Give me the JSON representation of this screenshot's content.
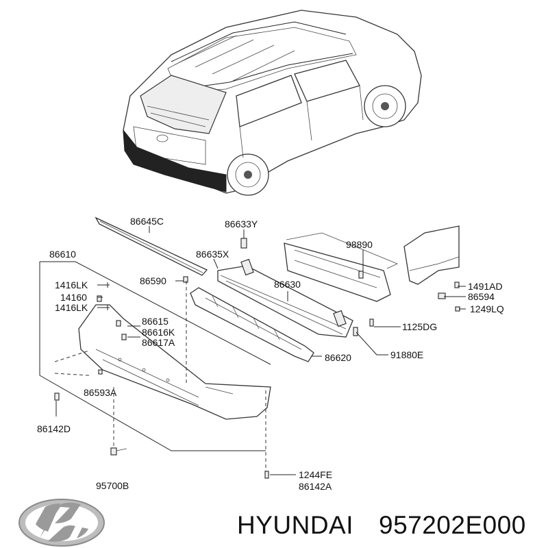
{
  "brand": {
    "name": "HYUNDAI",
    "part_number": "957202E000"
  },
  "part_labels": [
    {
      "key": "p86645C",
      "text": "86645C"
    },
    {
      "key": "p86633Y",
      "text": "86633Y"
    },
    {
      "key": "p98890",
      "text": "98890"
    },
    {
      "key": "p86610",
      "text": "86610"
    },
    {
      "key": "p86635X",
      "text": "86635X"
    },
    {
      "key": "p1416LK_a",
      "text": "1416LK"
    },
    {
      "key": "p86590",
      "text": "86590"
    },
    {
      "key": "p86630",
      "text": "86630"
    },
    {
      "key": "p1491AD",
      "text": "1491AD"
    },
    {
      "key": "p14160",
      "text": "14160"
    },
    {
      "key": "p86594",
      "text": "86594"
    },
    {
      "key": "p1416LK_b",
      "text": "1416LK"
    },
    {
      "key": "p1249LQ",
      "text": "1249LQ"
    },
    {
      "key": "p86615",
      "text": "86615"
    },
    {
      "key": "p86616K",
      "text": "86616K"
    },
    {
      "key": "p1125DG",
      "text": "1125DG"
    },
    {
      "key": "p86617A",
      "text": "86617A"
    },
    {
      "key": "p91880E",
      "text": "91880E"
    },
    {
      "key": "p86620",
      "text": "86620"
    },
    {
      "key": "p86593A",
      "text": "86593A"
    },
    {
      "key": "p86142D",
      "text": "86142D"
    },
    {
      "key": "p1244FE",
      "text": "1244FE"
    },
    {
      "key": "p95700B",
      "text": "95700B"
    },
    {
      "key": "p86142A",
      "text": "86142A"
    }
  ],
  "icons": {
    "logo": "hyundai-logo-icon"
  }
}
